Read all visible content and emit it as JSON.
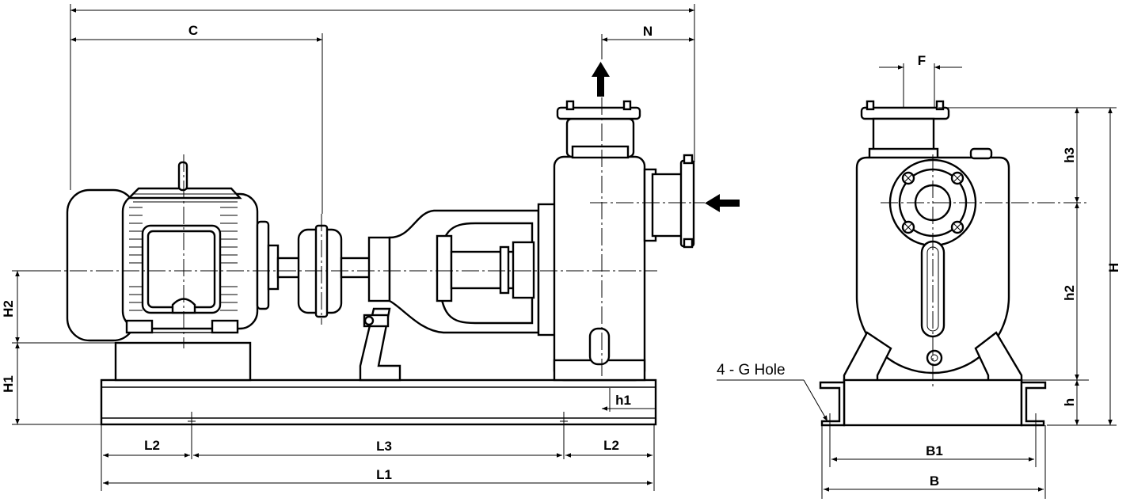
{
  "side_view": {
    "dimensions": {
      "overall_length_top": "",
      "c": "C",
      "n": "N",
      "h2": "H2",
      "h1": "H1",
      "small_h1": "h1",
      "l2_left": "L2",
      "l3": "L3",
      "l2_right": "L2",
      "l1": "L1"
    },
    "arrows": [
      "outlet-arrow-up",
      "inlet-arrow-left"
    ]
  },
  "end_view": {
    "dimensions": {
      "f": "F",
      "h3": "h3",
      "h2": "h2",
      "h": "h",
      "H": "H",
      "b1": "B1",
      "b": "B"
    },
    "hole_note": "4 -  G Hole"
  },
  "colors": {
    "line": "#000000",
    "background": "#ffffff"
  }
}
